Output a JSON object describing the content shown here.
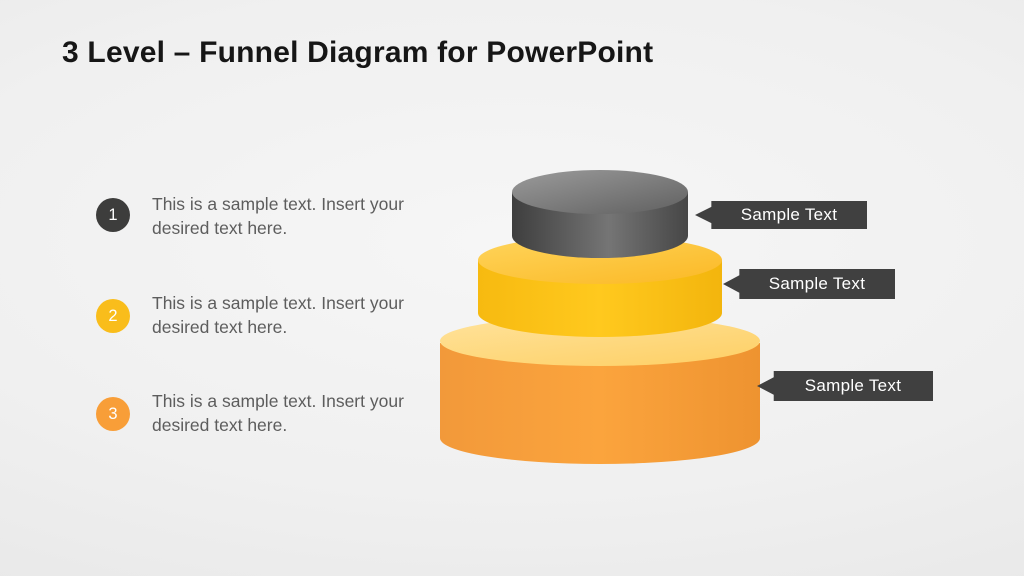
{
  "title": "3 Level – Funnel Diagram for PowerPoint",
  "list_items": [
    {
      "number": "1",
      "text": "This is a sample text. Insert your desired text here.",
      "badge_color": "#3d3d3c"
    },
    {
      "number": "2",
      "text": "This is a sample text. Insert your desired text here.",
      "badge_color": "#f9bd1b"
    },
    {
      "number": "3",
      "text": "This is a sample text. Insert your desired text here.",
      "badge_color": "#f89e38"
    }
  ],
  "funnel": {
    "levels": [
      {
        "label": "Sample Text",
        "body_color": "#5a5a5a",
        "top_color": "#8a8a8a"
      },
      {
        "label": "Sample Text",
        "body_color": "#ffc61a",
        "top_color": "#fecb47"
      },
      {
        "label": "Sample Text",
        "body_color": "#f89f38",
        "top_color": "#ffdd8a"
      }
    ],
    "callout_bg": "#404040",
    "callout_text_color": "#ffffff"
  }
}
